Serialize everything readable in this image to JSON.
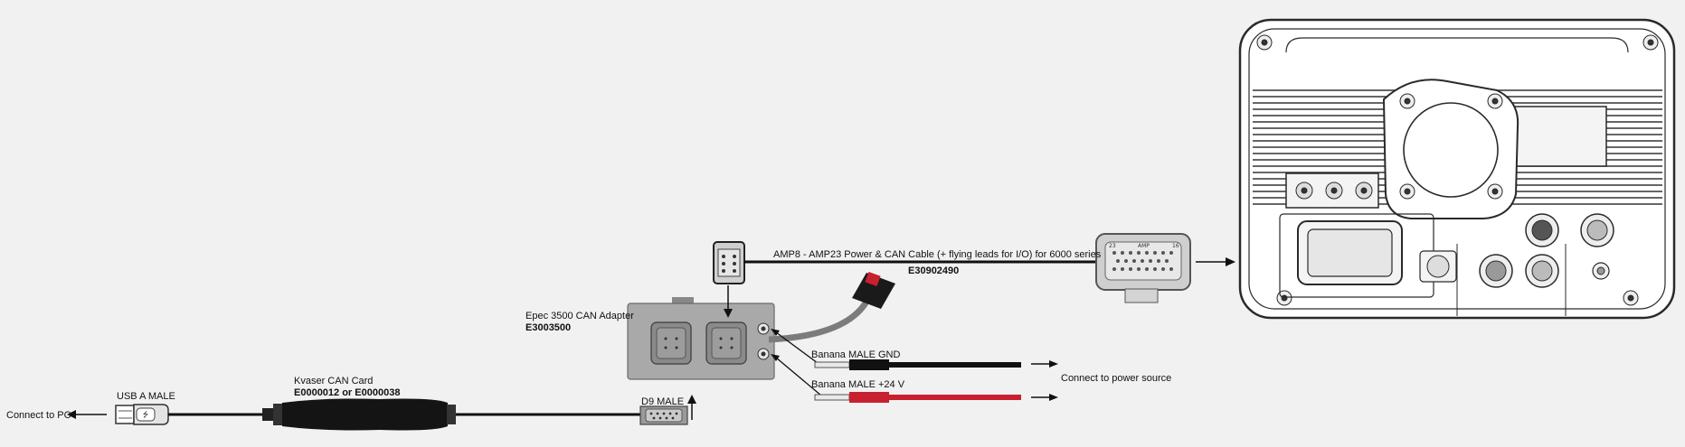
{
  "labels": {
    "connect_pc": "Connect to PC",
    "usb_a_male": "USB A MALE",
    "kvaser_title": "Kvaser CAN Card",
    "kvaser_codes": "E0000012 or E0000038",
    "d9_male": "D9 MALE",
    "epec_title": "Epec 3500 CAN Adapter",
    "epec_code": "E3003500",
    "amp_cable_title": "AMP8 - AMP23 Power & CAN Cable (+ flying leads for I/O) for 6000 series",
    "amp_cable_code": "E30902490",
    "banana_gnd": "Banana MALE GND",
    "banana_24v": "Banana MALE +24 V",
    "connect_power": "Connect to power source"
  },
  "colors": {
    "cable": "#111111",
    "positive_lead": "#c8202f",
    "adapter": "#a9a9a9",
    "display_outline": "#2a2a2a"
  }
}
